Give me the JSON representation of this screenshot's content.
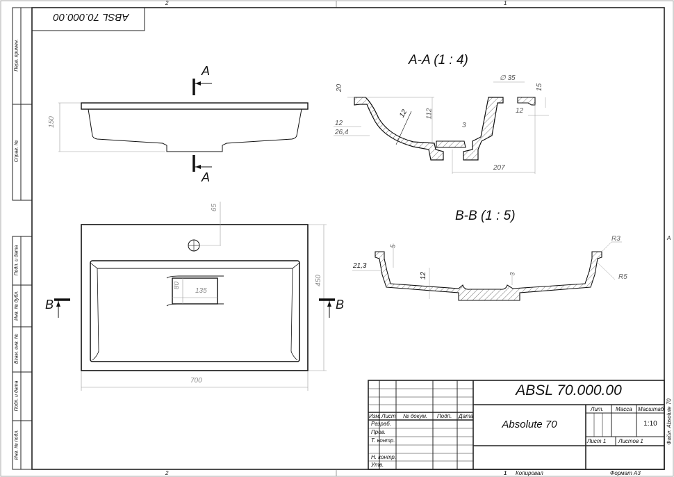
{
  "sheet": {
    "zone_top": [
      "2",
      "1"
    ],
    "zone_bottom": [
      "2",
      "1"
    ],
    "zone_right": "A",
    "top_stamp": "ABSL 70.000.00",
    "left_strip_top": [
      "Перв. примен.",
      "Справ. №"
    ],
    "left_strip_bottom": [
      "Подп. и дата",
      "Инв. № дубл.",
      "Взам. инв. №",
      "Подп. и дата",
      "Инв. № подл."
    ],
    "file_label": "Файл: Absolute 70",
    "footer_copied": "Копировал",
    "footer_copied_num": "1",
    "footer_format": "Формат A3"
  },
  "title_block": {
    "designation": "ABSL 70.000.00",
    "name": "Absolute 70",
    "col_headers": [
      "Изм.",
      "Лист",
      "№ докум.",
      "Подп.",
      "Дата"
    ],
    "row_labels": [
      "Разраб.",
      "Пров.",
      "Т. контр.",
      "",
      "Н. контр.",
      "Утв."
    ],
    "lit_label": "Лит.",
    "mass_label": "Масса",
    "scale_label": "Масштаб",
    "scale_value": "1:10",
    "sheet_label": "Лист 1",
    "sheets_label": "Листов 1"
  },
  "views": {
    "front": {
      "height_dim": "150",
      "section_marker": "A"
    },
    "plan": {
      "width_dim": "700",
      "depth_dim": "450",
      "tap_offset_dim": "65",
      "overflow_h_dim": "80",
      "overflow_w_dim": "135",
      "section_marker": "B"
    },
    "section_aa": {
      "title": "A-A (1 : 4)",
      "dims": [
        "20",
        "12",
        "26,4",
        "12",
        "112",
        "3",
        "∅ 35",
        "15",
        "12",
        "207"
      ]
    },
    "section_bb": {
      "title": "B-B (1 : 5)",
      "dims": [
        "5",
        "21,3",
        "12",
        "3",
        "R3",
        "R5"
      ]
    }
  }
}
